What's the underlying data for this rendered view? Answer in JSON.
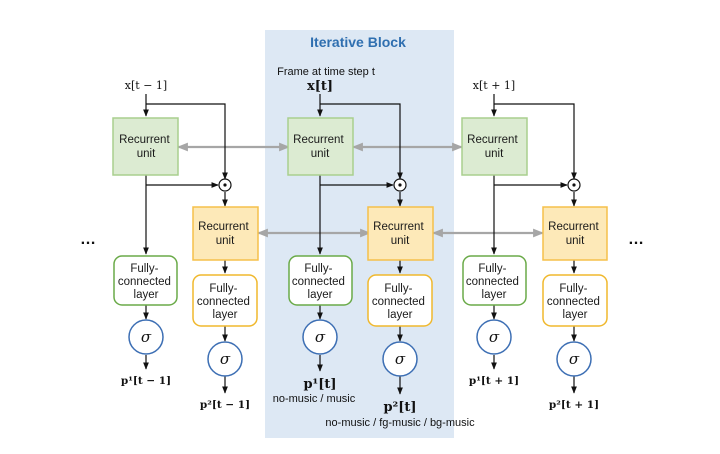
{
  "title": "Iterative Block",
  "frame_label": "Frame at time step t",
  "ellipsis": "…",
  "units": [
    {
      "input": "x[t − 1]",
      "rec1": [
        "Recurrent",
        "unit"
      ],
      "rec2": [
        "Recurrent",
        "unit"
      ],
      "fc1": [
        "Fully-",
        "connected",
        "layer"
      ],
      "fc2": [
        "Fully-",
        "connected",
        "layer"
      ],
      "sigma": "σ",
      "out1": "p¹[t − 1]",
      "out2": "p²[t − 1]"
    },
    {
      "input": "x[t]",
      "rec1": [
        "Recurrent",
        "unit"
      ],
      "rec2": [
        "Recurrent",
        "unit"
      ],
      "fc1": [
        "Fully-",
        "connected",
        "layer"
      ],
      "fc2": [
        "Fully-",
        "connected",
        "layer"
      ],
      "sigma": "σ",
      "out1": "p¹[t]",
      "out2": "p²[t]",
      "out1_classes": "no-music / music",
      "out2_classes": "no-music / fg-music / bg-music"
    },
    {
      "input": "x[t + 1]",
      "rec1": [
        "Recurrent",
        "unit"
      ],
      "rec2": [
        "Recurrent",
        "unit"
      ],
      "fc1": [
        "Fully-",
        "connected",
        "layer"
      ],
      "fc2": [
        "Fully-",
        "connected",
        "layer"
      ],
      "sigma": "σ",
      "out1": "p¹[t + 1]",
      "out2": "p²[t + 1]"
    }
  ],
  "colors": {
    "highlight": "#dde8f4",
    "title": "#2f6fb0",
    "green_fill": "#dcebd2",
    "green_stroke": "#a9cf8e",
    "yellow_fill": "#fde9b8",
    "yellow_stroke": "#f5c04a",
    "fc_green_stroke": "#6aaa48",
    "fc_yellow_stroke": "#f0b82d",
    "sigma_stroke": "#3d6fb4",
    "gray_arrow": "#a6a6a6"
  }
}
